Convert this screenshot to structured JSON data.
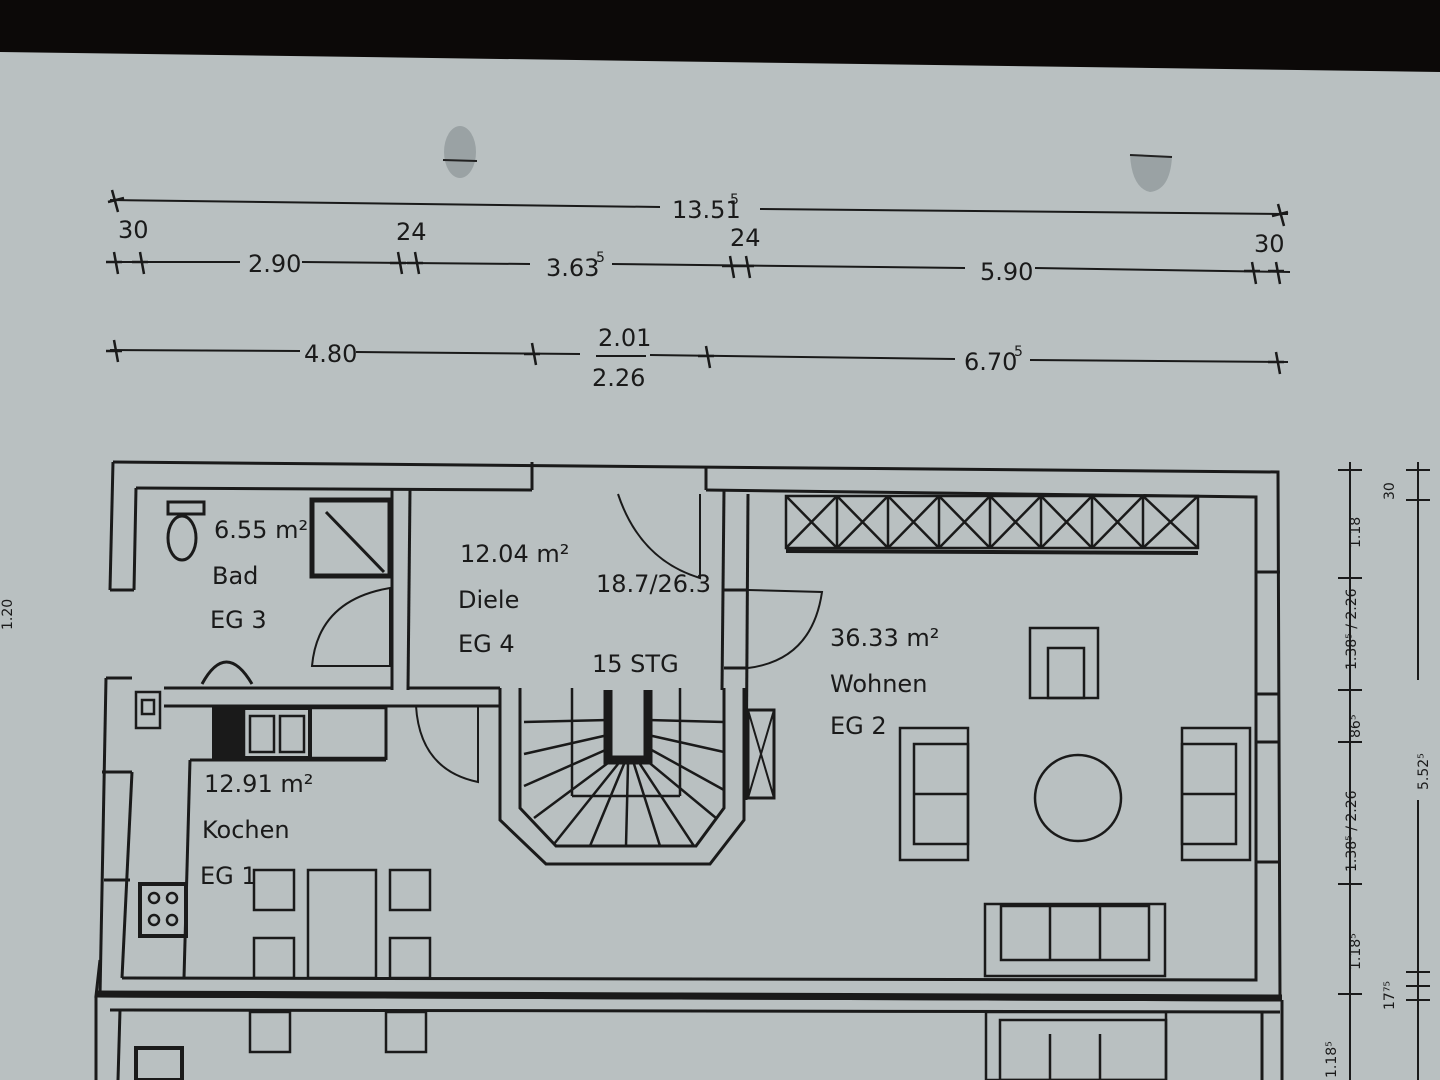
{
  "drawing": {
    "type": "floor plan (Erdgeschoss)",
    "colors": {
      "paper": "#b9c0c1",
      "ink": "#1a1a1a",
      "background": "#0c0908"
    }
  },
  "dimensions_top": {
    "overall": {
      "value": "13.51",
      "sup": "5"
    },
    "row1": [
      {
        "label": "30"
      },
      {
        "value": "2.90"
      },
      {
        "label": "24"
      },
      {
        "value": "3.63",
        "sup": "5"
      },
      {
        "label": "24"
      },
      {
        "value": "5.90"
      },
      {
        "label": "30"
      }
    ],
    "row2": [
      {
        "value": "4.80"
      },
      {
        "numerator": "2.01",
        "denominator": "2.26"
      },
      {
        "value": "6.70",
        "sup": "5"
      }
    ]
  },
  "dimensions_right": {
    "inner": [
      "1.18",
      "1.38⁵ / 2.26",
      "86⁵",
      "1.38⁵ / 2.26",
      "1.18⁵",
      "1.18⁵"
    ],
    "outer": [
      "30",
      "5.52⁵",
      "17⁷⁵"
    ]
  },
  "left_edge_fragment": "1.20",
  "rooms": [
    {
      "id": "bad",
      "area": "6.55 m²",
      "name": "Bad",
      "code": "EG 3"
    },
    {
      "id": "diele",
      "area": "12.04 m²",
      "name": "Diele",
      "code": "EG 4"
    },
    {
      "id": "wohnen",
      "area": "36.33 m²",
      "name": "Wohnen",
      "code": "EG 2"
    },
    {
      "id": "kochen",
      "area": "12.91 m²",
      "name": "Kochen",
      "code": "EG 1"
    }
  ],
  "stairs": {
    "ratio": "18.7/26.3",
    "steps": "15 STG"
  }
}
